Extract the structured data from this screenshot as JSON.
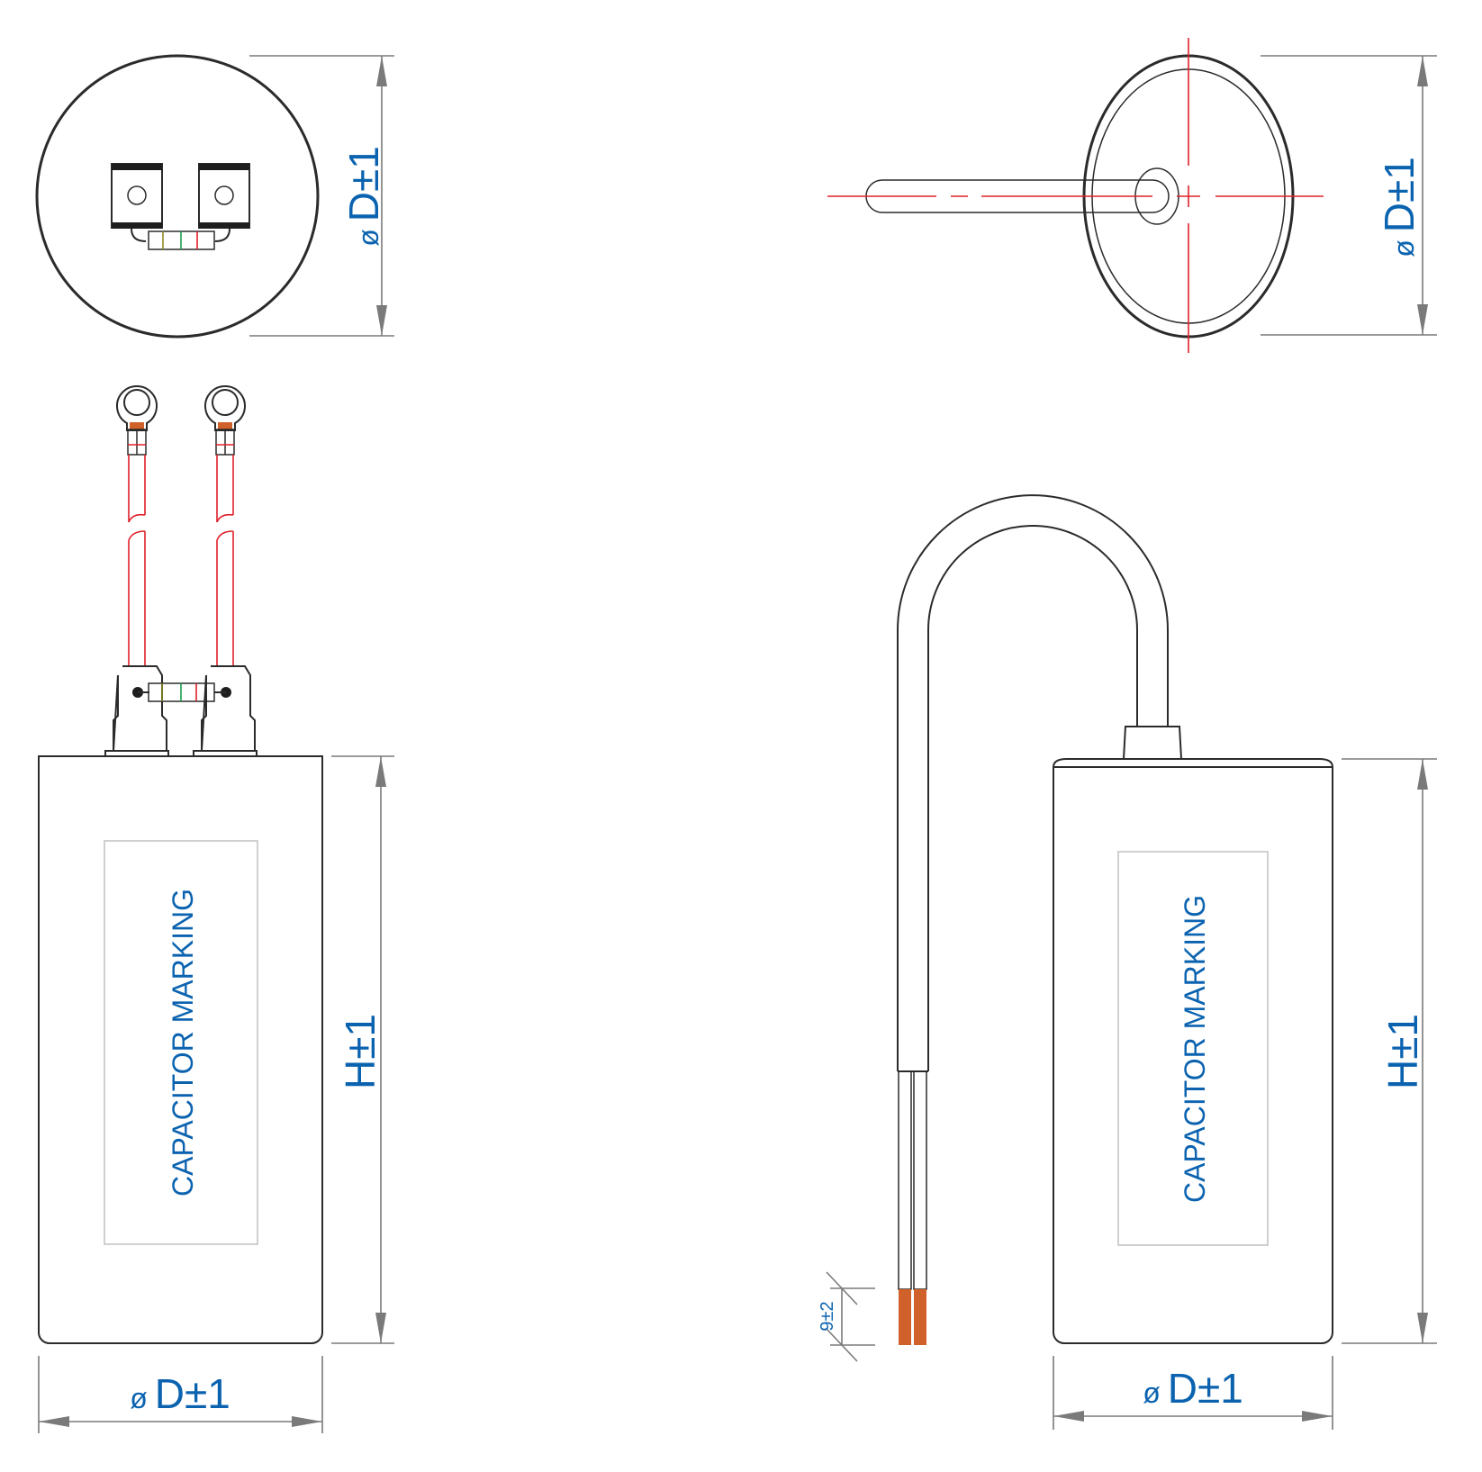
{
  "drawing": {
    "views": {
      "top_view_terminals": {
        "dimension_label": "D±1",
        "diameter_symbol": "ø"
      },
      "top_view_cable": {
        "dimension_label": "D±1",
        "diameter_symbol": "ø"
      },
      "side_view_terminals": {
        "marking_text": "CAPACITOR MARKING",
        "height_label": "H±1",
        "width_label": "D±1",
        "diameter_symbol": "ø"
      },
      "side_view_cable": {
        "marking_text": "CAPACITOR MARKING",
        "height_label": "H±1",
        "width_label": "D±1",
        "diameter_symbol": "ø",
        "strip_length_label": "9±2"
      }
    },
    "colors": {
      "dimension_text": "#0b63b0",
      "center_line": "#e0202a",
      "wire": "#e0202a",
      "copper": "#d0612a",
      "outline": "#2b2b2b",
      "dimension_line": "#7a7a7a",
      "resistor_bands": [
        "#8a8a2a",
        "#1aa04a",
        "#e0202a"
      ]
    }
  }
}
